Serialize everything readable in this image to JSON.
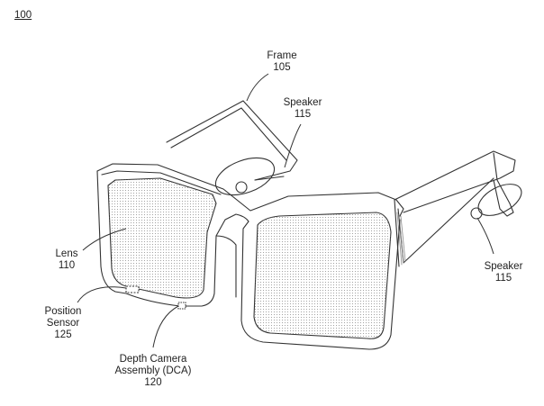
{
  "figure": {
    "number": "100"
  },
  "callouts": {
    "frame": {
      "name": "Frame",
      "ref": "105"
    },
    "speaker_upper": {
      "name": "Speaker",
      "ref": "115"
    },
    "speaker_right": {
      "name": "Speaker",
      "ref": "115"
    },
    "lens": {
      "name": "Lens",
      "ref": "110"
    },
    "position_sensor": {
      "name_line1": "Position",
      "name_line2": "Sensor",
      "ref": "125"
    },
    "dca": {
      "name_line1": "Depth Camera",
      "name_line2": "Assembly (DCA)",
      "ref": "120"
    }
  }
}
